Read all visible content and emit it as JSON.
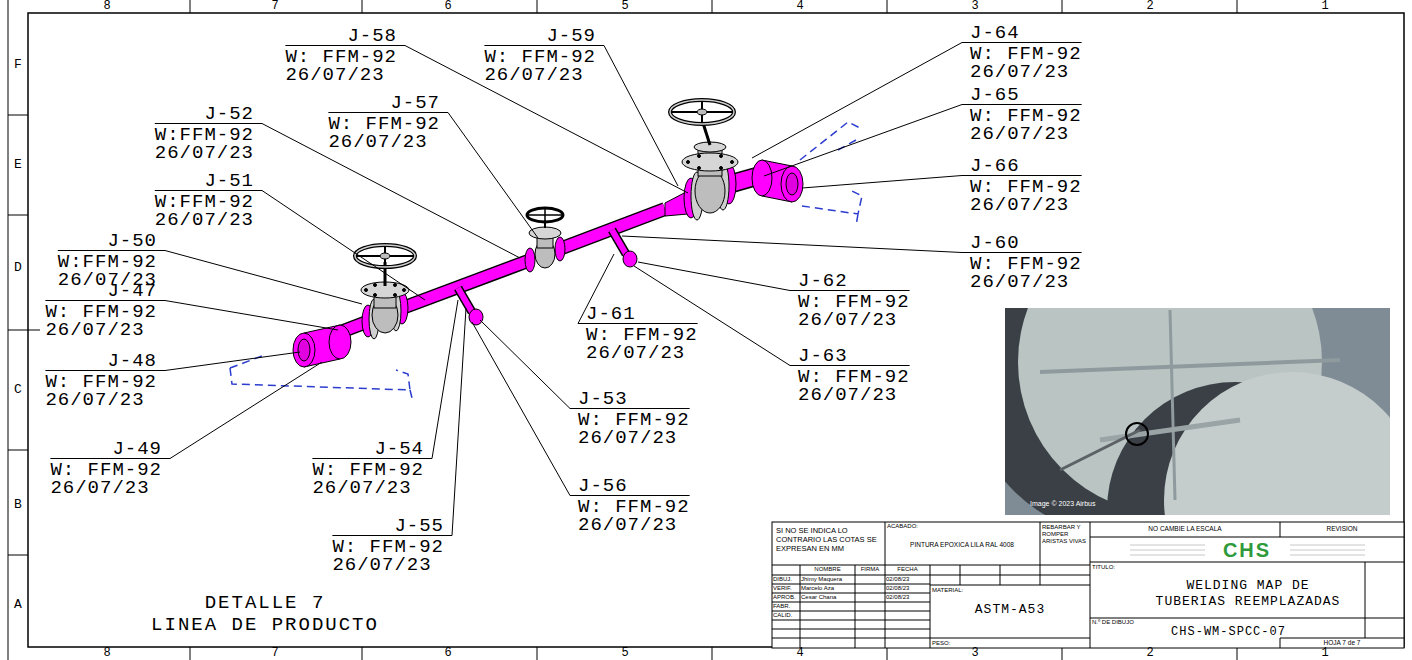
{
  "diagram": {
    "labels": [
      "8",
      "7",
      "6",
      "5",
      "4",
      "3",
      "2",
      "1",
      "F",
      "E",
      "D",
      "C",
      "B",
      "A",
      "J-58",
      "W: FFM-92",
      "26/07/23",
      "J-59",
      "W: FFM-92",
      "26/07/23",
      "J-52",
      "W:FFM-92",
      "26/07/23",
      "J-57",
      "W: FFM-92",
      "26/07/23",
      "J-64",
      "W: FFM-92",
      "26/07/23",
      "J-65",
      "W: FFM-92",
      "26/07/23",
      "J-66",
      "W: FFM-92",
      "26/07/23",
      "J-51",
      "W:FFM-92",
      "26/07/23",
      "J-50",
      "W:FFM-92",
      "26/07/23",
      "J-60",
      "W: FFM-92",
      "26/07/23",
      "J-62",
      "W: FFM-92",
      "26/07/23",
      "J-47",
      "W: FFM-92",
      "26/07/23",
      "J-61",
      "W: FFM-92",
      "26/07/23",
      "J-63",
      "W: FFM-92",
      "26/07/23",
      "J-48",
      "W: FFM-92",
      "26/07/23",
      "J-53",
      "W: FFM-92",
      "26/07/23",
      "J-49",
      "W: FFM-92",
      "26/07/23",
      "J-54",
      "W: FFM-92",
      "26/07/23",
      "J-56",
      "W: FFM-92",
      "26/07/23",
      "J-55",
      "W: FFM-92",
      "26/07/23",
      "DETALLE 7",
      "LINEA DE PRODUCTO",
      "Image © 2023 Airbus",
      "SI NO SE INDICA LO CONTRARIO LAS COTAS SE EXPRESAN EN MM",
      "ACABADO:",
      "PINTURA EPOXICA LILA RAL 4008",
      "REBARBAR Y ROMPER ARISTAS VIVAS",
      "NO CAMBIE LA ESCALA",
      "REVISION",
      "CHS",
      "TITULO:",
      "NOMBRE",
      "FIRMA",
      "FECHA",
      "DIBUJ.",
      "Jhimy Maquera",
      "02/08/23",
      "VERIF.",
      "Marcelo Aza",
      "02/08/23",
      "APROB.",
      "Cesar Chana",
      "02/08/23",
      "FABR.",
      "CALID.",
      "WELDING MAP DE TUBERIAS REEMPLAZADAS",
      "MATERIAL:",
      "ASTM-A53",
      "N.º DE DIBUJO",
      "CHS-WM-SPCC-07",
      "PESO:",
      "HOJA 7 de 7",
      "8",
      "7",
      "6",
      "5",
      "4",
      "3",
      "2",
      "1"
    ]
  }
}
